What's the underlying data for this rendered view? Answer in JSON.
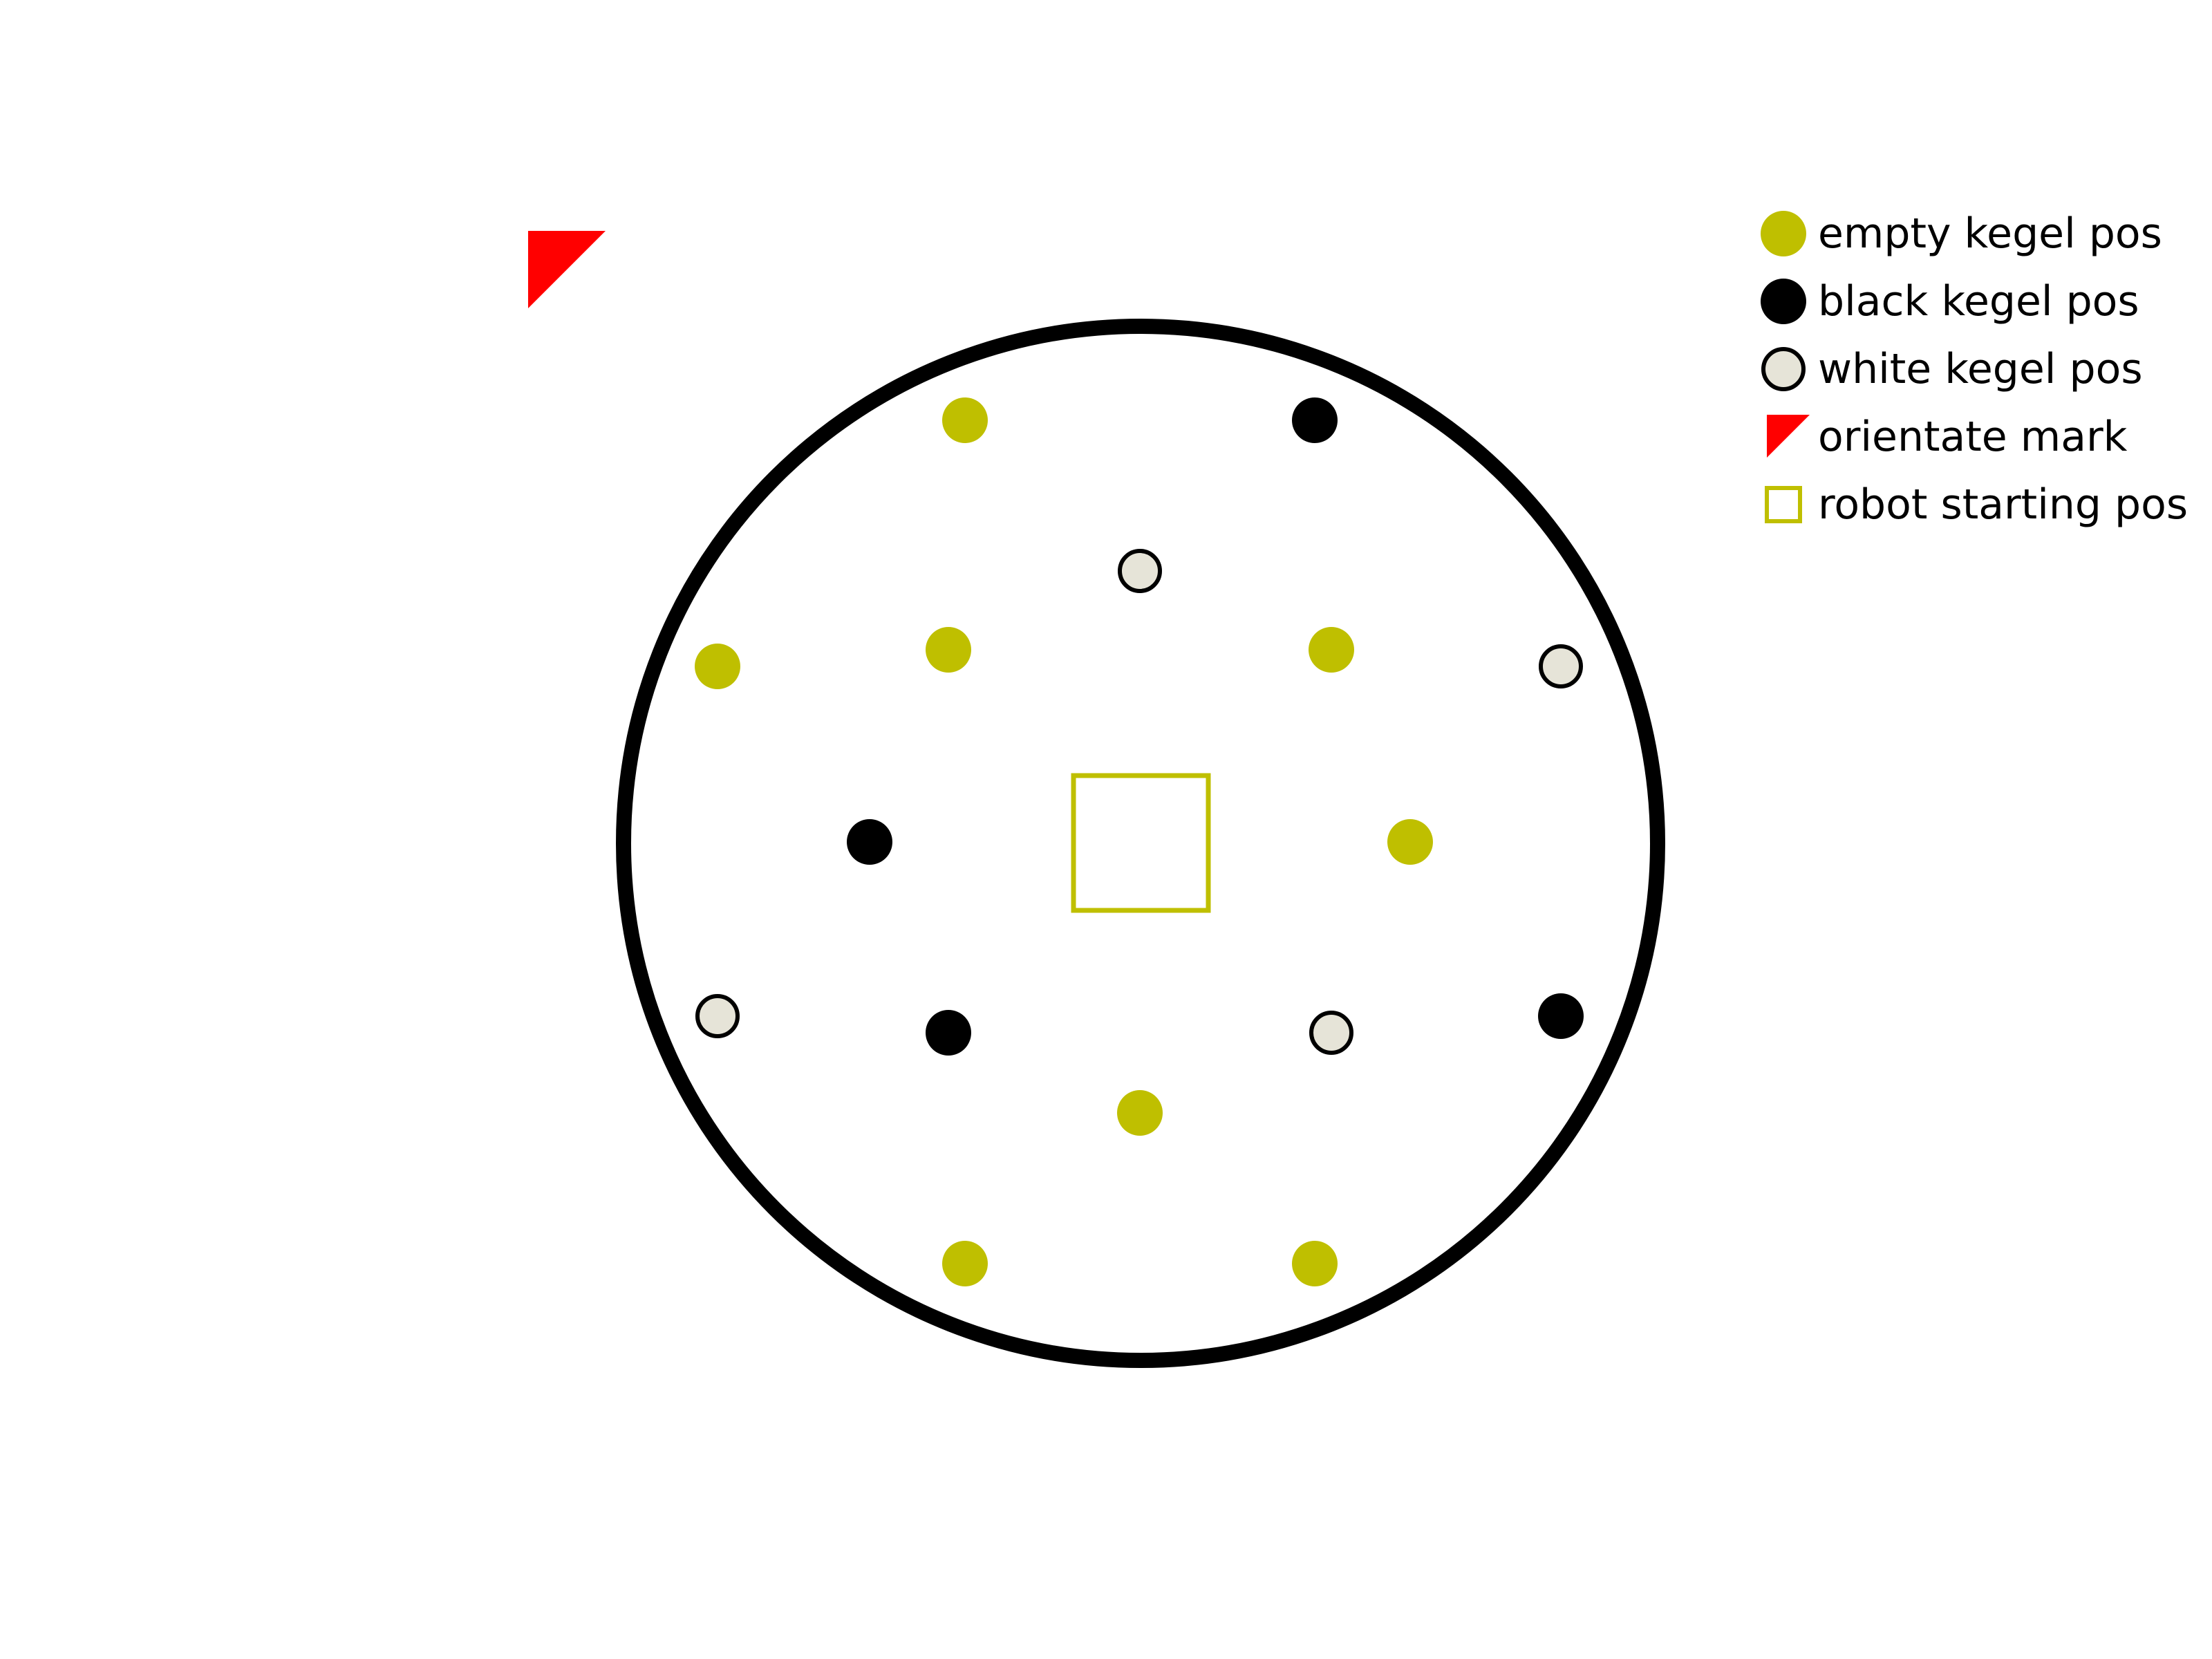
{
  "colors": {
    "empty": "#bfbf00",
    "black": "#000000",
    "white": "#e6e4d8",
    "mark": "#ff0000",
    "arena_border": "#000000",
    "robot_start": "#bfbf00"
  },
  "arena": {
    "shape": "circle"
  },
  "positions": [
    {
      "type": "empty"
    },
    {
      "type": "black"
    },
    {
      "type": "white"
    },
    {
      "type": "empty"
    },
    {
      "type": "empty"
    },
    {
      "type": "empty"
    },
    {
      "type": "white"
    },
    {
      "type": "black"
    },
    {
      "type": "empty"
    },
    {
      "type": "white"
    },
    {
      "type": "black"
    },
    {
      "type": "white"
    },
    {
      "type": "black"
    },
    {
      "type": "empty"
    },
    {
      "type": "empty"
    },
    {
      "type": "empty"
    }
  ],
  "legend": {
    "items": [
      {
        "label": "empty kegel pos",
        "icon": "yellow-filled-circle-icon"
      },
      {
        "label": "black kegel pos",
        "icon": "black-filled-circle-icon"
      },
      {
        "label": "white kegel pos",
        "icon": "white-outlined-circle-icon"
      },
      {
        "label": "orientate mark",
        "icon": "red-triangle-icon"
      },
      {
        "label": "robot starting pos",
        "icon": "yellow-square-outline-icon"
      }
    ]
  }
}
